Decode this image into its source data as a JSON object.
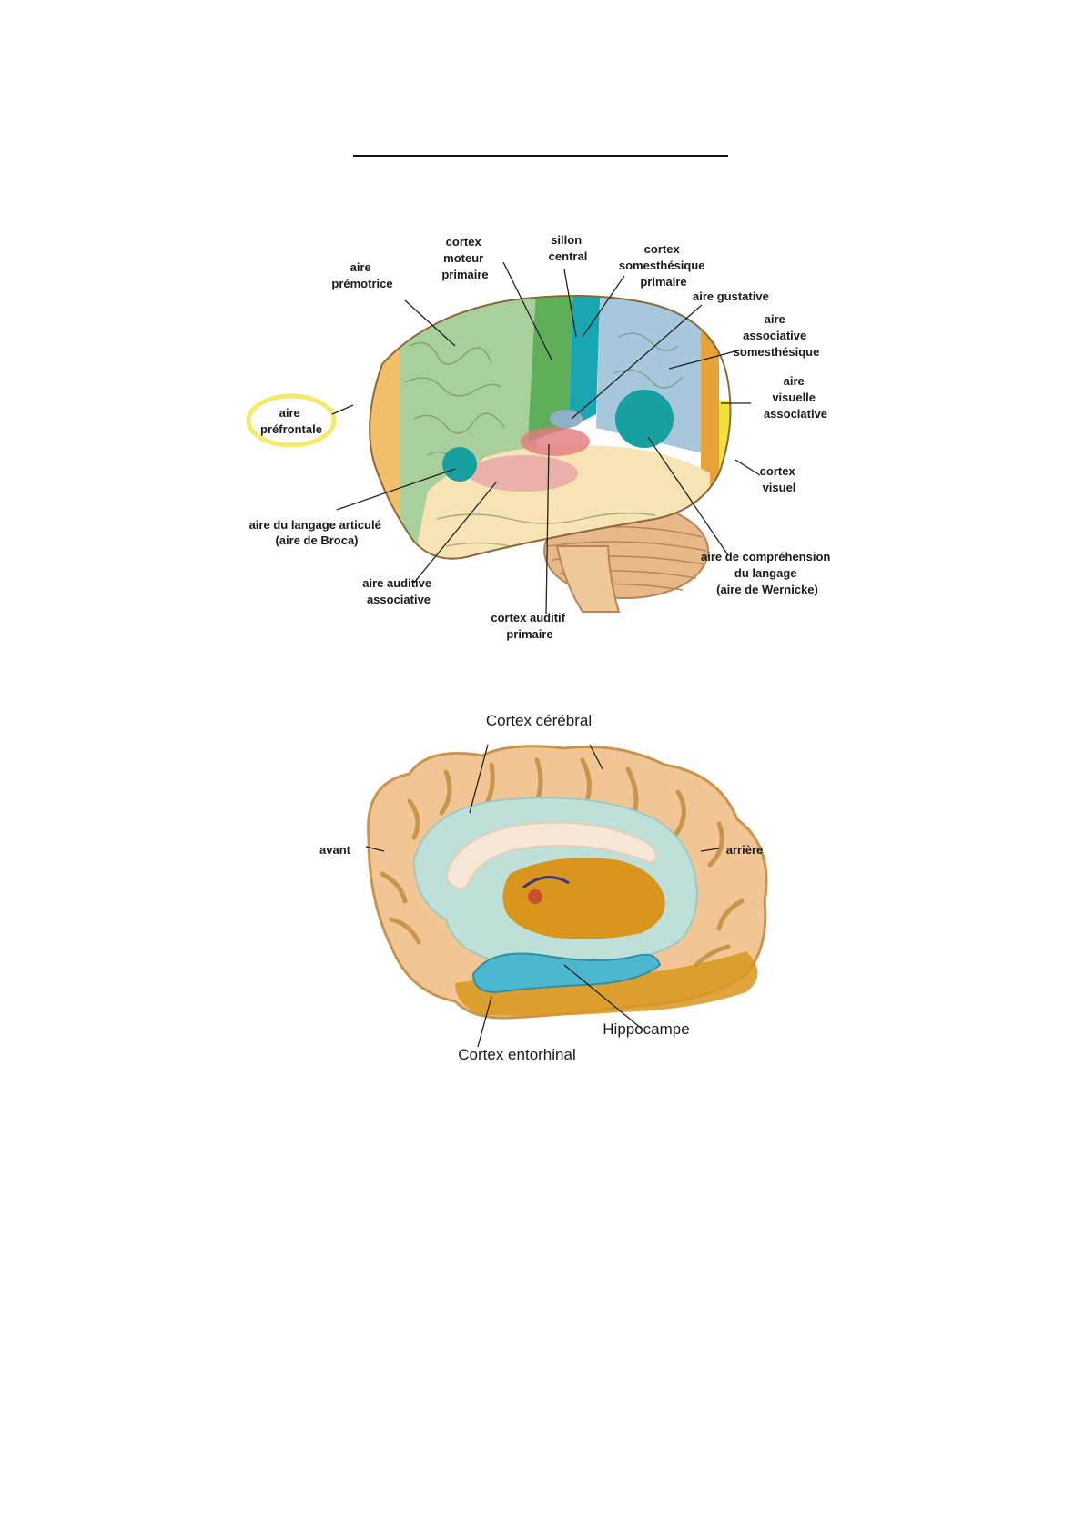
{
  "lateral_view": {
    "labels": {
      "aire_premotrice": [
        "aire",
        "prémotrice"
      ],
      "cortex_moteur_primaire": [
        "cortex",
        "moteur",
        "primaire"
      ],
      "sillon_central": [
        "sillon",
        "central"
      ],
      "cortex_somesthesique_primaire": [
        "cortex",
        "somesthésique",
        "primaire"
      ],
      "aire_gustative": [
        "aire gustative"
      ],
      "aire_associative_somesthesique": [
        "aire",
        "associative",
        "somesthésique"
      ],
      "aire_visuelle_associative": [
        "aire",
        "visuelle",
        "associative"
      ],
      "cortex_visuel": [
        "cortex",
        "visuel"
      ],
      "aire_prefrontale": [
        "aire",
        "préfrontale"
      ],
      "aire_langage_articule": [
        "aire du langage articulé",
        "(aire de Broca)"
      ],
      "aire_auditive_associative": [
        "aire auditive",
        "associative"
      ],
      "cortex_auditif_primaire": [
        "cortex auditif",
        "primaire"
      ],
      "aire_comprehension_langage": [
        "aire de compréhension",
        "du langage",
        "(aire de Wernicke)"
      ]
    },
    "colors": {
      "prefrontal": "#f2c06a",
      "premotor": "#a9cf9c",
      "motor": "#5fae5a",
      "somato": "#19a6b0",
      "assoc_somato": "#a7c7dc",
      "visual_assoc": "#e8a23a",
      "visual": "#f2e13c",
      "temporal": "#f7e3b4",
      "auditory": "#e7a7a8",
      "teal_spot": "#16a0a0",
      "highlight_ring": "#f4ea6a"
    }
  },
  "medial_view": {
    "labels": {
      "cortex_cerebral": "Cortex cérébral",
      "avant": "avant",
      "arriere": "arrière",
      "hippocampe": "Hippocampe",
      "cortex_entorhinal": "Cortex entorhinal"
    },
    "colors": {
      "cortex": "#f1c694",
      "sulci": "#c8954f",
      "limbic": "#bfe0d8",
      "hippocampus": "#4cb8cf",
      "corpus_callosum": "#f5e6d6",
      "core": "#d9961f"
    }
  }
}
